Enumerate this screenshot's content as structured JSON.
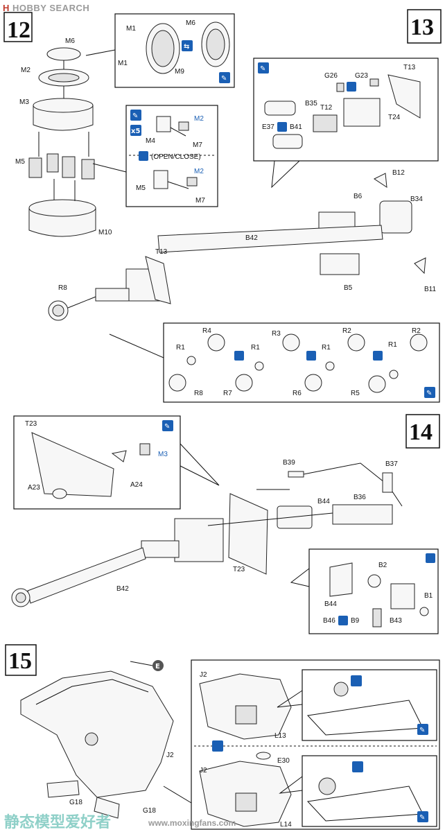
{
  "header": {
    "brand": "HOBBY SEARCH",
    "brand_prefix": "H"
  },
  "steps": [
    "12",
    "13",
    "14",
    "15"
  ],
  "step12": {
    "main_labels": [
      "M6",
      "M2",
      "M3",
      "M5",
      "M10"
    ],
    "hatch_box": {
      "labels": [
        "M1",
        "M1",
        "M9",
        "M6"
      ]
    },
    "periscope_box": {
      "labels_top": [
        "M4",
        "M2",
        "M7"
      ],
      "repeat": "x5",
      "mode_label": "(OPEN/CLOSE)",
      "labels_bottom": [
        "M5",
        "M2",
        "M7"
      ]
    }
  },
  "step13": {
    "inset_labels": [
      "G26",
      "G23",
      "T13",
      "B35",
      "T12",
      "T24",
      "E37",
      "B41"
    ],
    "main_labels": [
      "B12",
      "B6",
      "B34",
      "B42",
      "T13",
      "R8",
      "B5",
      "B11"
    ],
    "wheel_box_labels": [
      "R1",
      "R4",
      "R1",
      "R3",
      "R1",
      "R2",
      "R1",
      "R2",
      "R8",
      "R7",
      "R6",
      "R5"
    ]
  },
  "step14": {
    "inset_labels": [
      "T23",
      "M3",
      "A23",
      "A24"
    ],
    "main_labels": [
      "B39",
      "B37",
      "B44",
      "B36",
      "T23",
      "B42"
    ],
    "breech_box_labels": [
      "B2",
      "B1",
      "B44",
      "B43",
      "B46",
      "B9"
    ]
  },
  "step15": {
    "main_labels": [
      "E",
      "J2",
      "G18",
      "G18"
    ],
    "right_labels": [
      "J2",
      "L13",
      "E30",
      "J2",
      "L14"
    ]
  },
  "watermark": {
    "cn": "静态模型爱好者",
    "url": "www.moxingfans.com"
  }
}
